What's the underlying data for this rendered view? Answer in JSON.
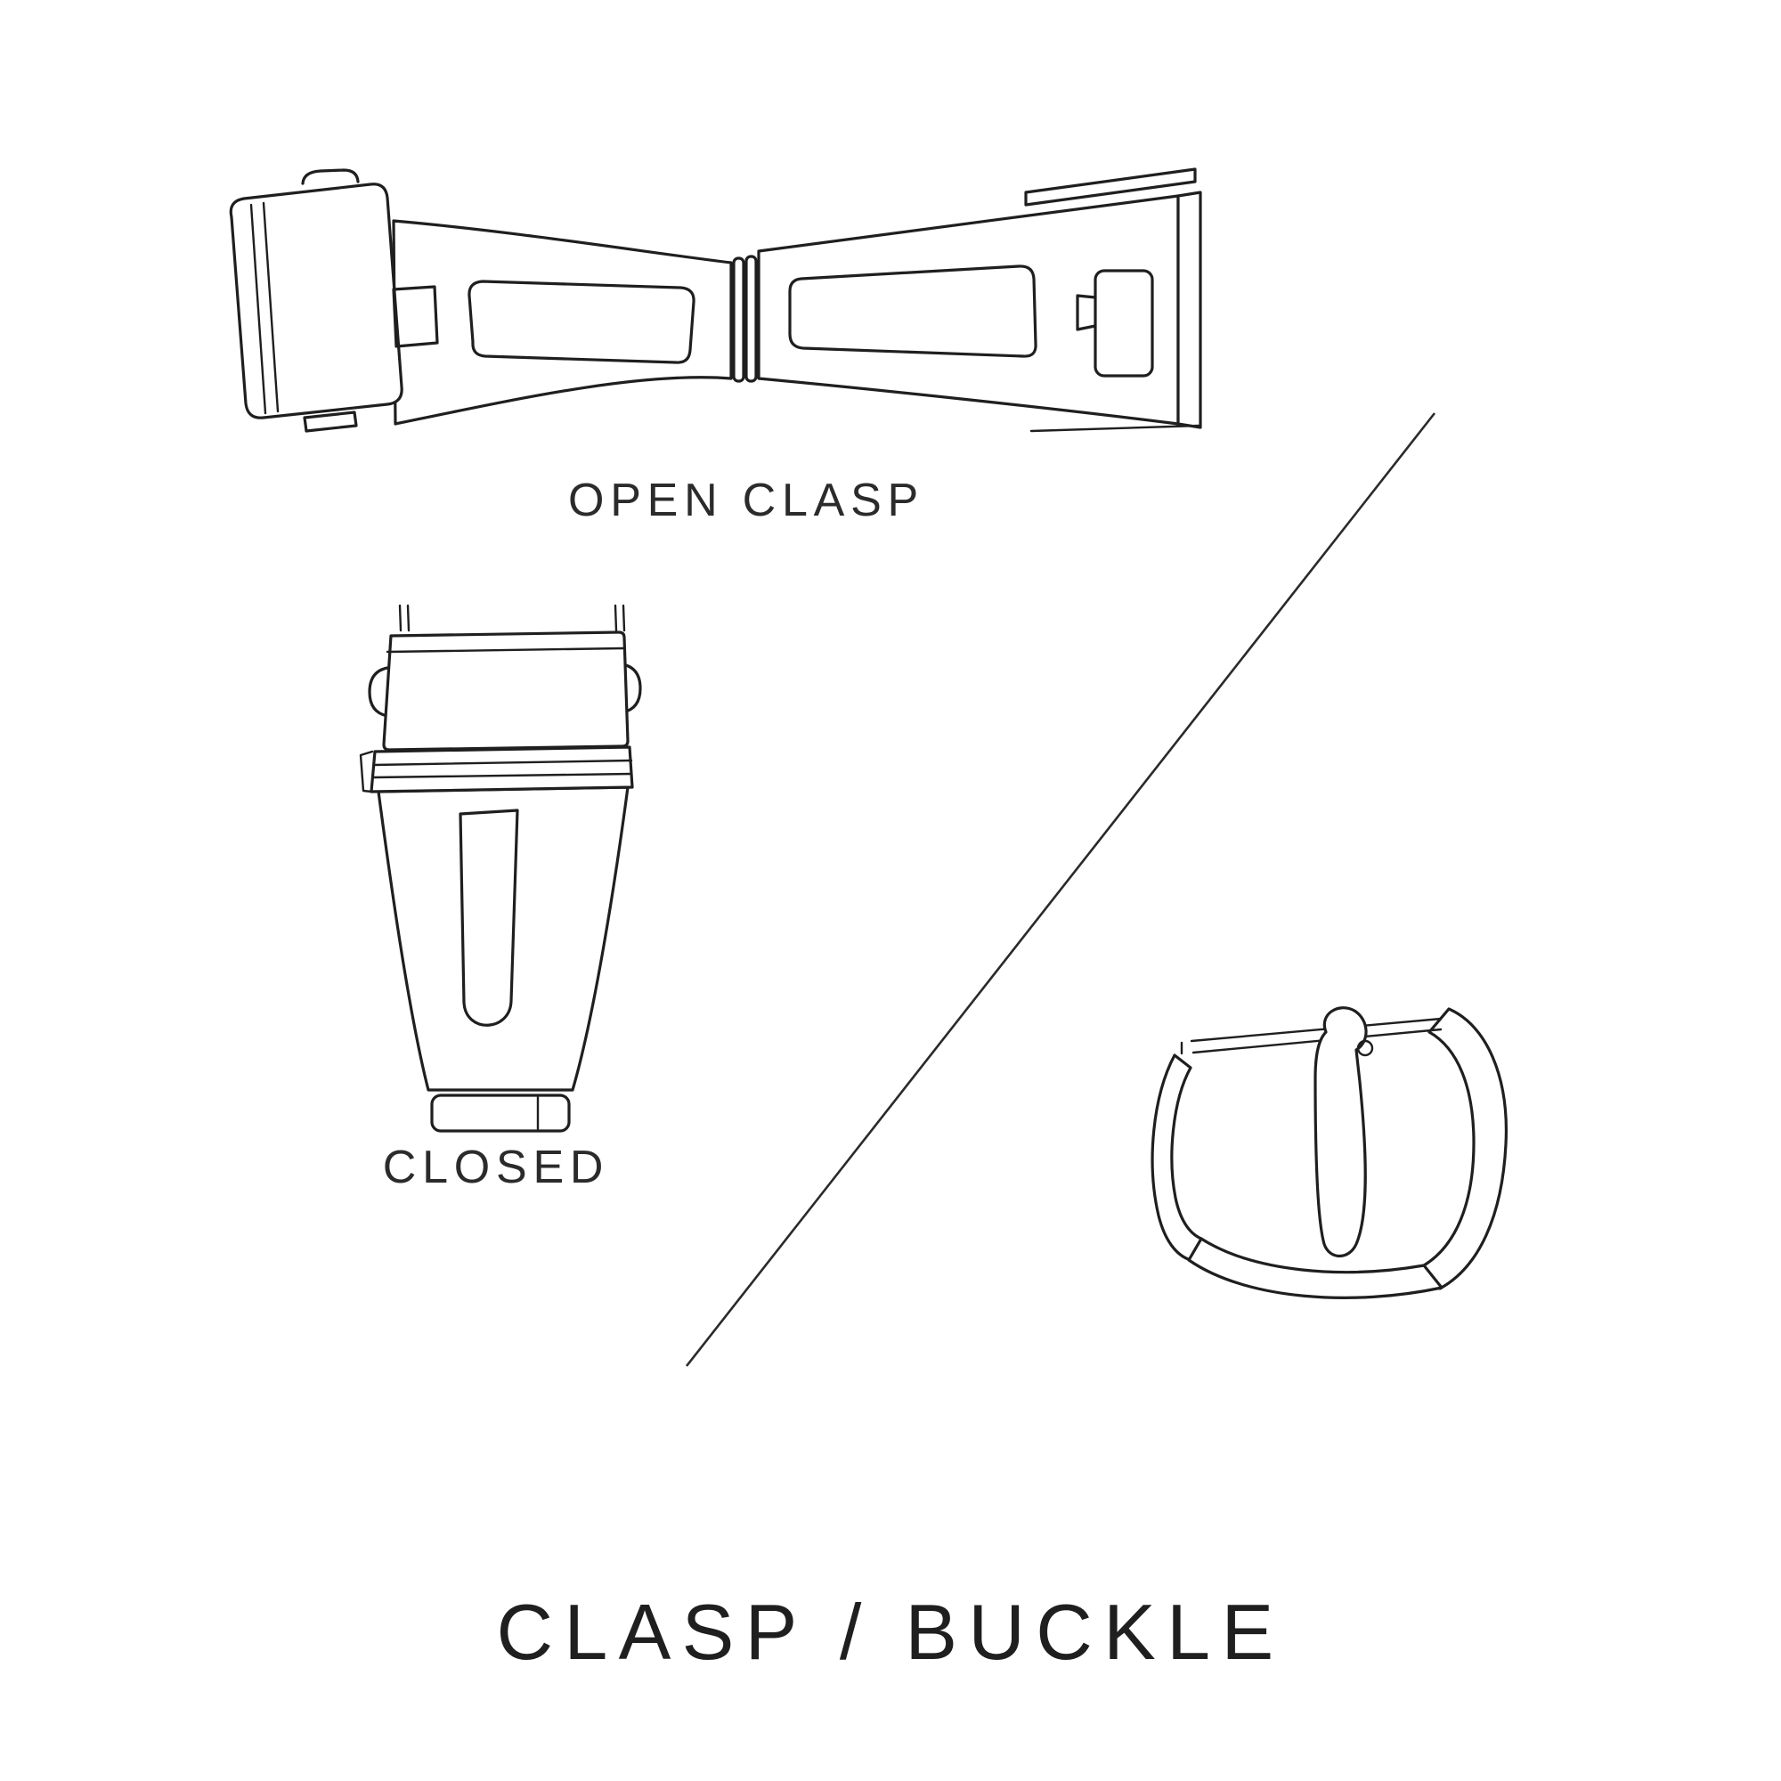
{
  "page": {
    "background": "#ffffff",
    "ink_color": "#1f1f1f"
  },
  "labels": {
    "open_clasp": "OPEN CLASP",
    "closed": "CLOSED",
    "title": "CLASP / BUCKLE"
  },
  "figures": {
    "open_clasp": "open-deployant-clasp-line-drawing",
    "closed_clasp": "closed-deployant-clasp-line-drawing",
    "buckle": "tang-buckle-line-drawing",
    "divider": "diagonal-divider-line"
  }
}
